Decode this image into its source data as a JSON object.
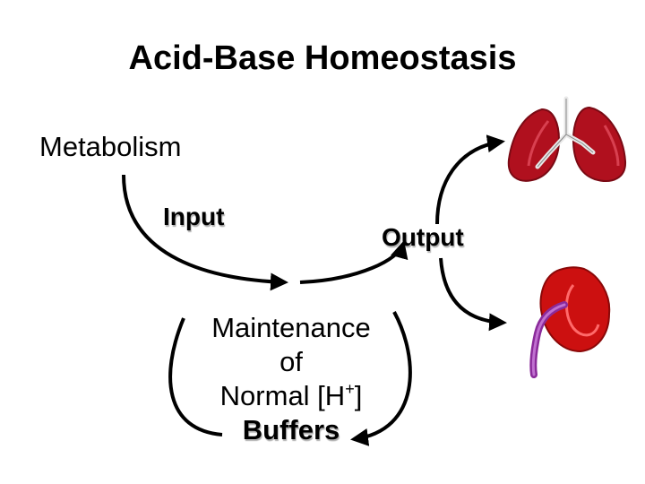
{
  "title": "Acid-Base Homeostasis",
  "labels": {
    "metabolism": "Metabolism",
    "input": "Input",
    "output": "Output",
    "maintenance": "Maintenance",
    "of": "of",
    "normal_prefix": "Normal [H",
    "normal_sup": "+",
    "normal_suffix": "]",
    "buffers": "Buffers"
  },
  "icons": {
    "lungs": "lungs-icon",
    "kidney": "kidney-icon"
  },
  "colors": {
    "lung": "#b0101e",
    "lung_dark": "#7a0a14",
    "kidney": "#cc1010",
    "ureter": "#8a2a9a"
  }
}
